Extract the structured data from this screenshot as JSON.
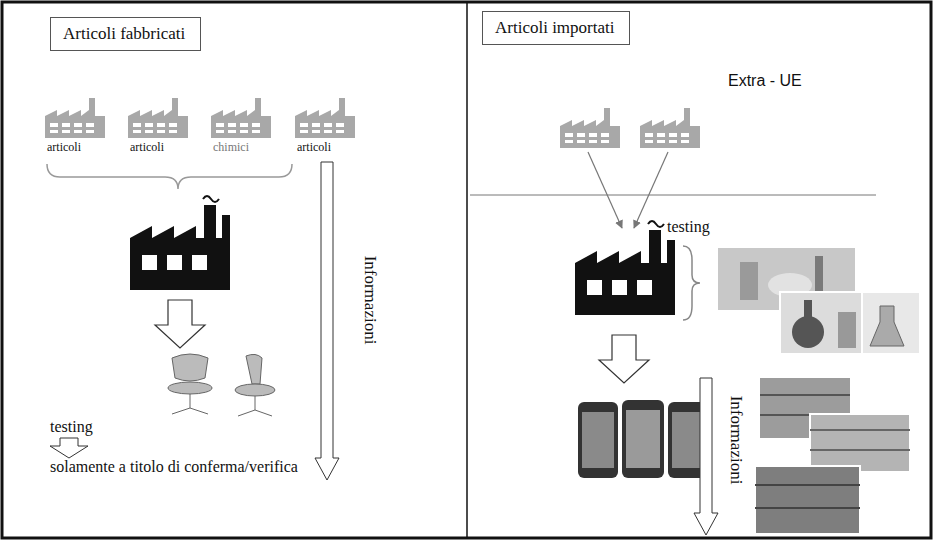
{
  "diagram": {
    "nodes": [
      {
        "text": [
          "Articoli fabbricati"
        ]
      },
      {
        "text": [
          "Articoli importati"
        ]
      }
    ],
    "labels": [
      "articoli",
      "articoli",
      "chimici",
      "articoli",
      "Informazioni",
      "testing",
      "solamente a titolo di conferma/verifica",
      "Extra - UE",
      "testing",
      "Informazioni"
    ]
  }
}
